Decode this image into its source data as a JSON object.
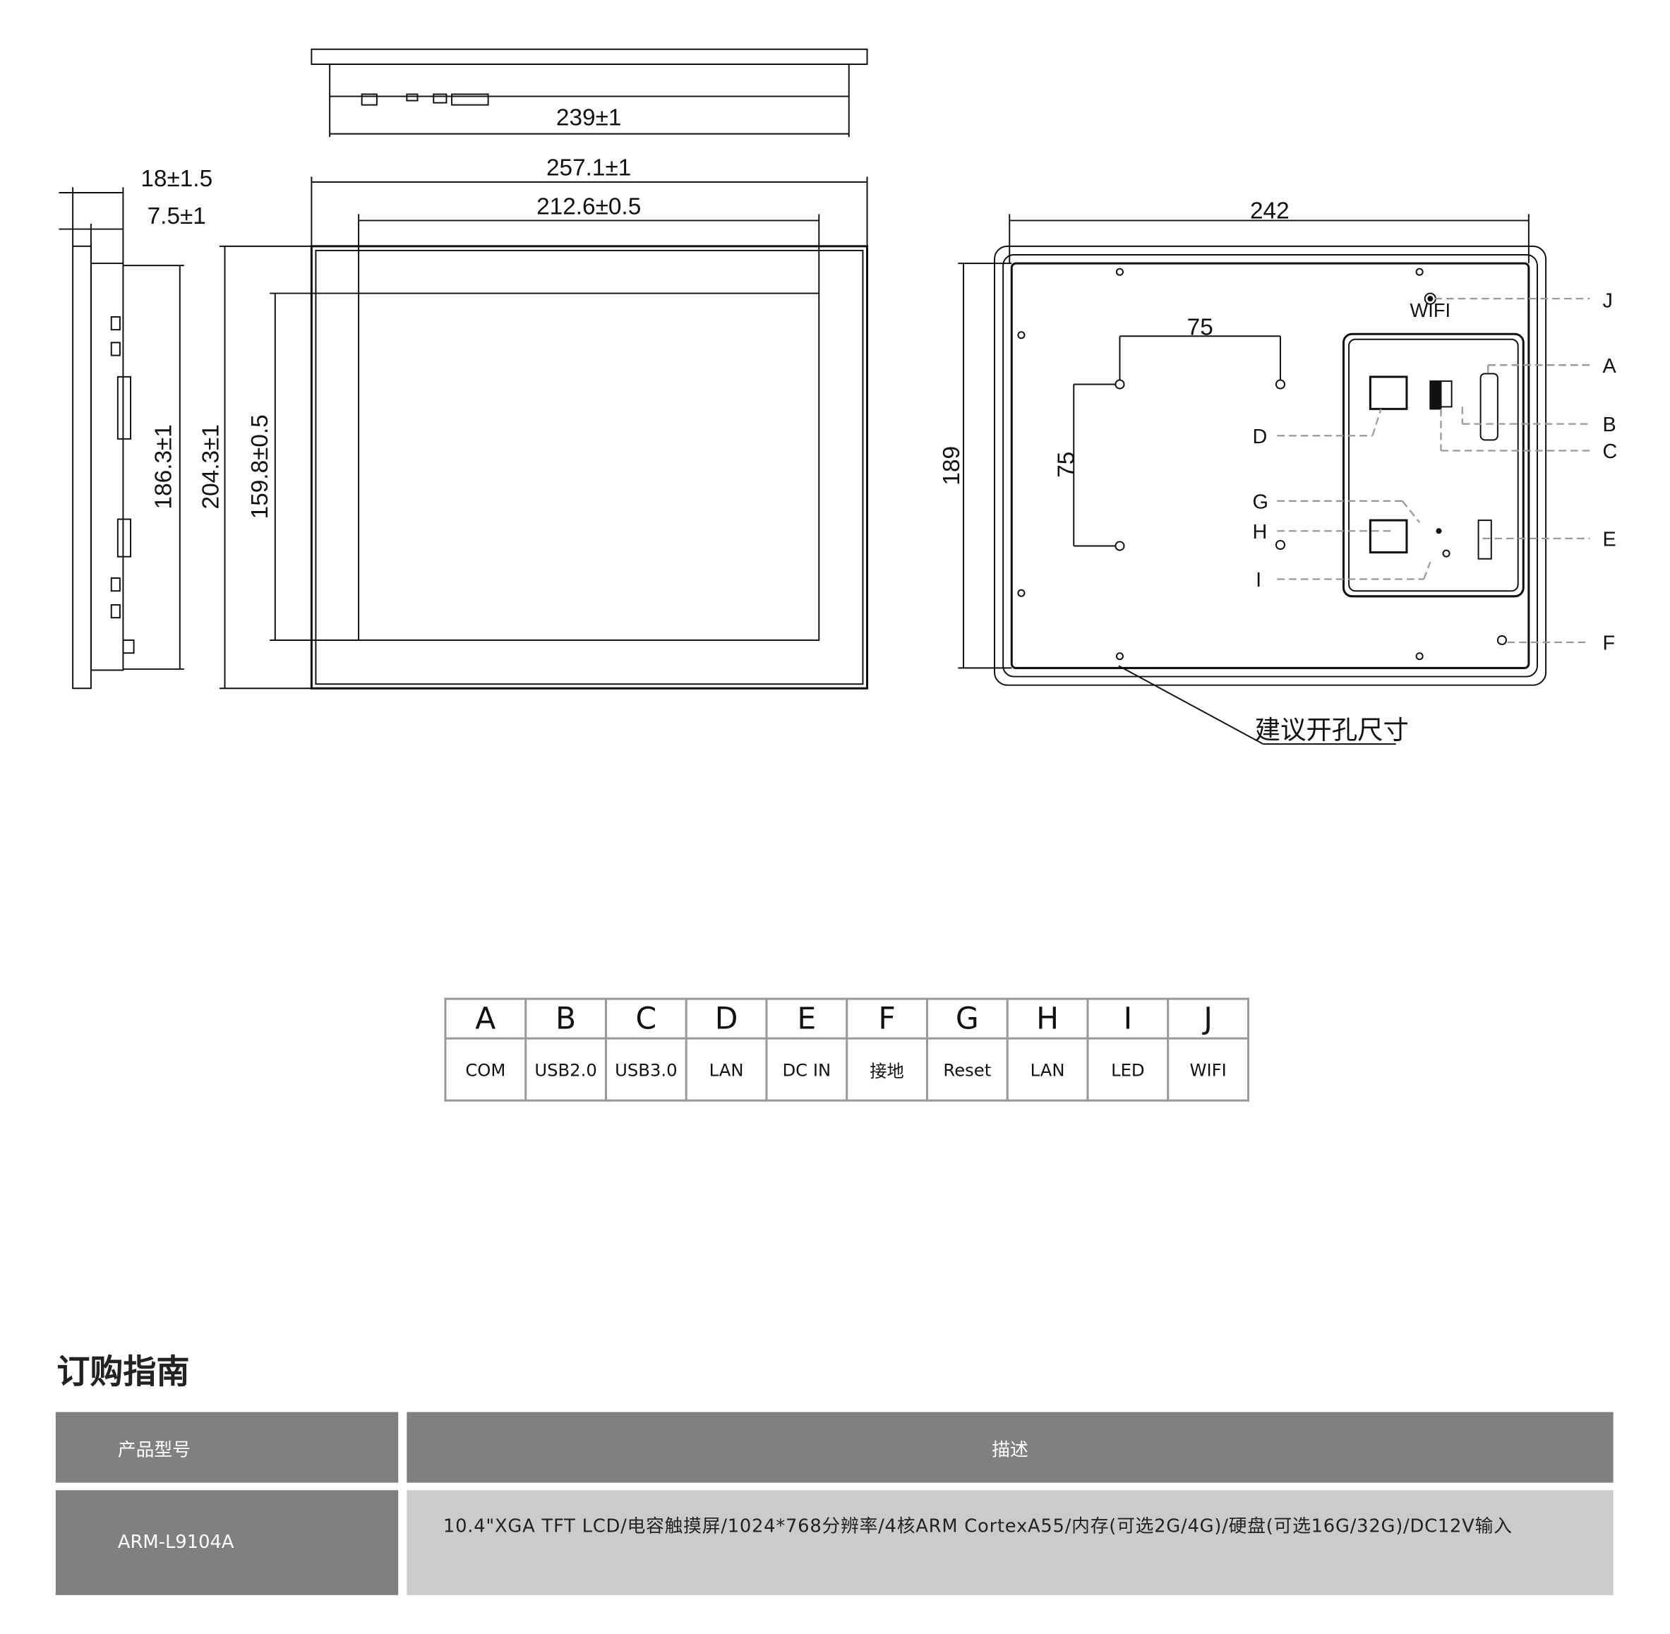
{
  "drawing": {
    "top_view": {
      "width_dim": "239±1"
    },
    "front_view": {
      "outer_width": "257.1±1",
      "screen_width": "212.6±0.5",
      "screen_height": "159.8±0.5",
      "outer_height": "204.3±1"
    },
    "side_view": {
      "depth_total": "18±1.5",
      "depth_bezel": "7.5±1",
      "body_height": "186.3±1"
    },
    "back_view": {
      "width": "242",
      "height": "189",
      "vesa_h": "75",
      "vesa_v": "75",
      "cutout_note": "建议开孔尺寸",
      "port_labels": {
        "wifi": "WIFI",
        "lan": "LAN",
        "usb2": "USB2.0",
        "usb3": "USB3.0",
        "com": "COM",
        "reset": "Reset",
        "led": "LED",
        "dcin": "DC IN"
      },
      "callouts": [
        "A",
        "B",
        "C",
        "D",
        "E",
        "F",
        "G",
        "H",
        "I",
        "J"
      ]
    }
  },
  "connector_table": {
    "letters": [
      "A",
      "B",
      "C",
      "D",
      "E",
      "F",
      "G",
      "H",
      "I",
      "J"
    ],
    "names": [
      "COM",
      "USB2.0",
      "USB3.0",
      "LAN",
      "DC IN",
      "接地",
      "Reset",
      "LAN",
      "LED",
      "WIFI"
    ]
  },
  "ordering": {
    "title": "订购指南",
    "header": {
      "model": "产品型号",
      "description": "描述"
    },
    "rows": [
      {
        "model": "ARM-L9104A",
        "description": "10.4\"XGA TFT LCD/电容触摸屏/1024*768分辨率/4核ARM CortexA55/内存(可选2G/4G)/硬盘(可选16G/32G)/DC12V输入"
      }
    ]
  }
}
